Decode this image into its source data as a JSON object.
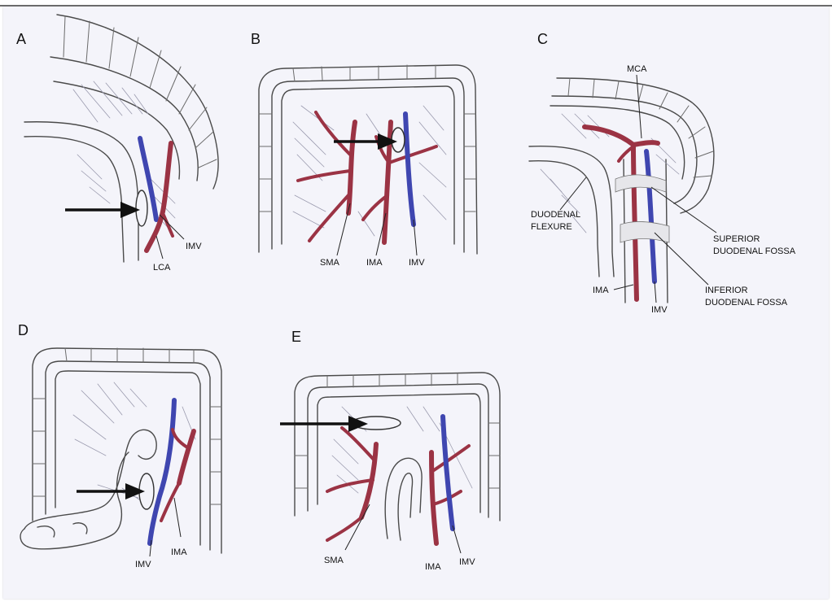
{
  "figure": {
    "panels": {
      "a": {
        "letter": "A",
        "labels": {
          "imv": "IMV",
          "lca": "LCA"
        }
      },
      "b": {
        "letter": "B",
        "labels": {
          "sma": "SMA",
          "ima": "IMA",
          "imv": "IMV"
        }
      },
      "c": {
        "letter": "C",
        "labels": {
          "mca": "MCA",
          "duodenal_flexure_1": "DUODENAL",
          "duodenal_flexure_2": "FLEXURE",
          "superior_fossa_1": "SUPERIOR",
          "superior_fossa_2": "DUODENAL FOSSA",
          "inferior_fossa_1": "INFERIOR",
          "inferior_fossa_2": "DUODENAL FOSSA",
          "ima": "IMA",
          "imv": "IMV"
        }
      },
      "d": {
        "letter": "D",
        "labels": {
          "imv": "IMV",
          "ima": "IMA"
        }
      },
      "e": {
        "letter": "E",
        "labels": {
          "sma": "SMA",
          "ima": "IMA",
          "imv": "IMV"
        }
      }
    },
    "colors": {
      "artery": "#9b3344",
      "vein": "#3f46b0",
      "paper": "#f4f4fa",
      "ink": "#4a4a4a"
    }
  }
}
